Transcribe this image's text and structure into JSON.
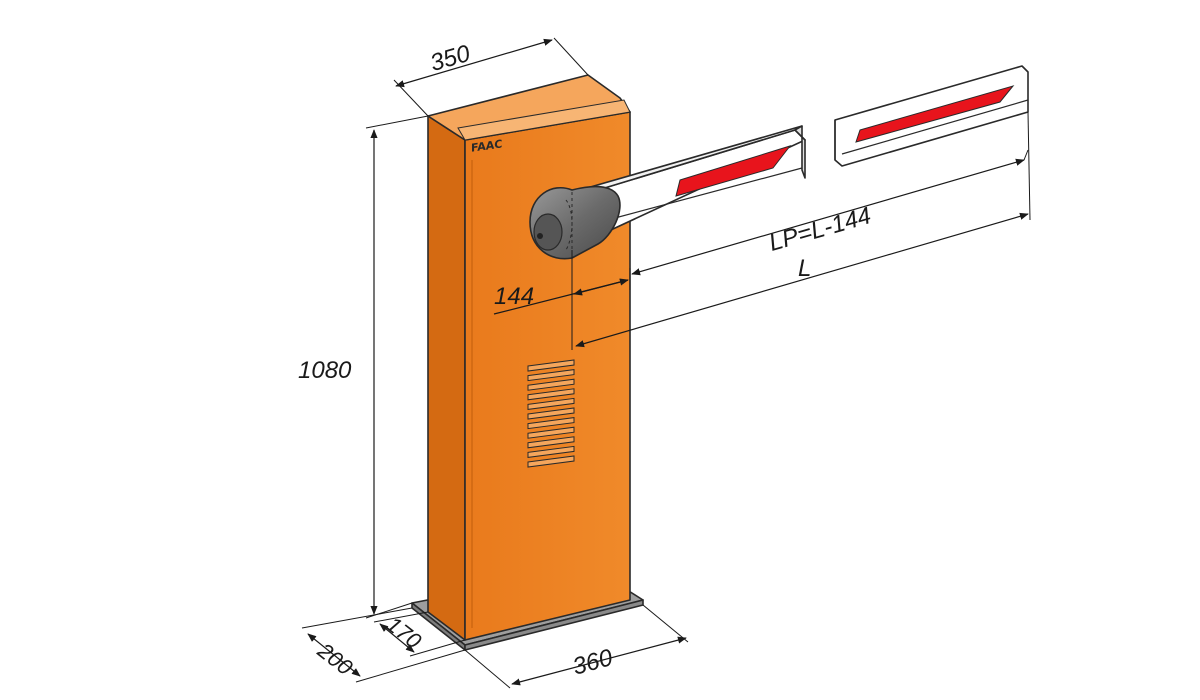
{
  "dimensions": {
    "width_top": "350",
    "height": "1080",
    "base_depth": "200",
    "base_inner": "170",
    "base_width": "360",
    "offset": "144",
    "boom_length": "L",
    "useful_length": "LP=L-144"
  },
  "logo": {
    "text": "FAAC"
  },
  "colors": {
    "cabinet_front": "#ef8323",
    "cabinet_side": "#d46a12",
    "cabinet_top": "#f5a65c",
    "boom_white": "#ffffff",
    "boom_stripe": "#e8141c",
    "housing": "#6b6b6b",
    "ink": "#1a1a1a"
  }
}
